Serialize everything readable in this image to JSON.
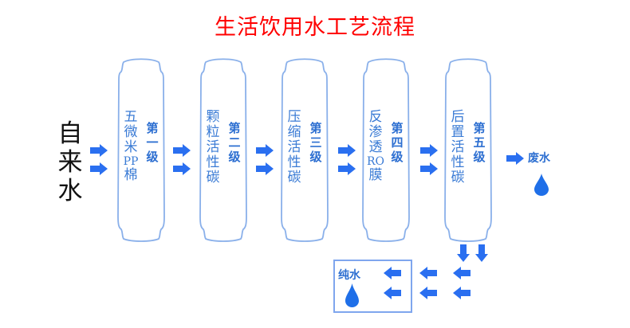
{
  "title": "生活饮用水工艺流程",
  "source": {
    "label_chars": [
      "自",
      "来",
      "水"
    ],
    "label": "自来水"
  },
  "cartridges": [
    {
      "name_chars": [
        "五",
        "微",
        "米",
        "PP",
        "棉"
      ],
      "name": "五微米PP棉",
      "stage_chars": [
        "第",
        "一",
        "级"
      ],
      "stage": "第一级"
    },
    {
      "name_chars": [
        "颗",
        "粒",
        "活",
        "性",
        "碳"
      ],
      "name": "颗粒活性碳",
      "stage_chars": [
        "第",
        "二",
        "级"
      ],
      "stage": "第二级"
    },
    {
      "name_chars": [
        "压",
        "缩",
        "活",
        "性",
        "碳"
      ],
      "name": "压缩活性碳",
      "stage_chars": [
        "第",
        "三",
        "级"
      ],
      "stage": "第三级"
    },
    {
      "name_chars": [
        "反",
        "渗",
        "透",
        "RO",
        "膜"
      ],
      "name": "反渗透RO膜",
      "stage_chars": [
        "第",
        "四",
        "级"
      ],
      "stage": "第四级"
    },
    {
      "name_chars": [
        "后",
        "置",
        "活",
        "性",
        "碳"
      ],
      "name": "后置活性碳",
      "stage_chars": [
        "第",
        "五",
        "级"
      ],
      "stage": "第五级"
    }
  ],
  "outputs": {
    "waste": {
      "label": "废水",
      "icon": "water-drop-icon"
    },
    "pure": {
      "label": "纯水",
      "icon": "water-drop-icon"
    }
  },
  "colors": {
    "title": "#ff0000",
    "arrow": "#2a6ff0",
    "outline": "#8ab0ea",
    "label_blue": "#2d6fd1",
    "drop": "#1f6fe8"
  }
}
